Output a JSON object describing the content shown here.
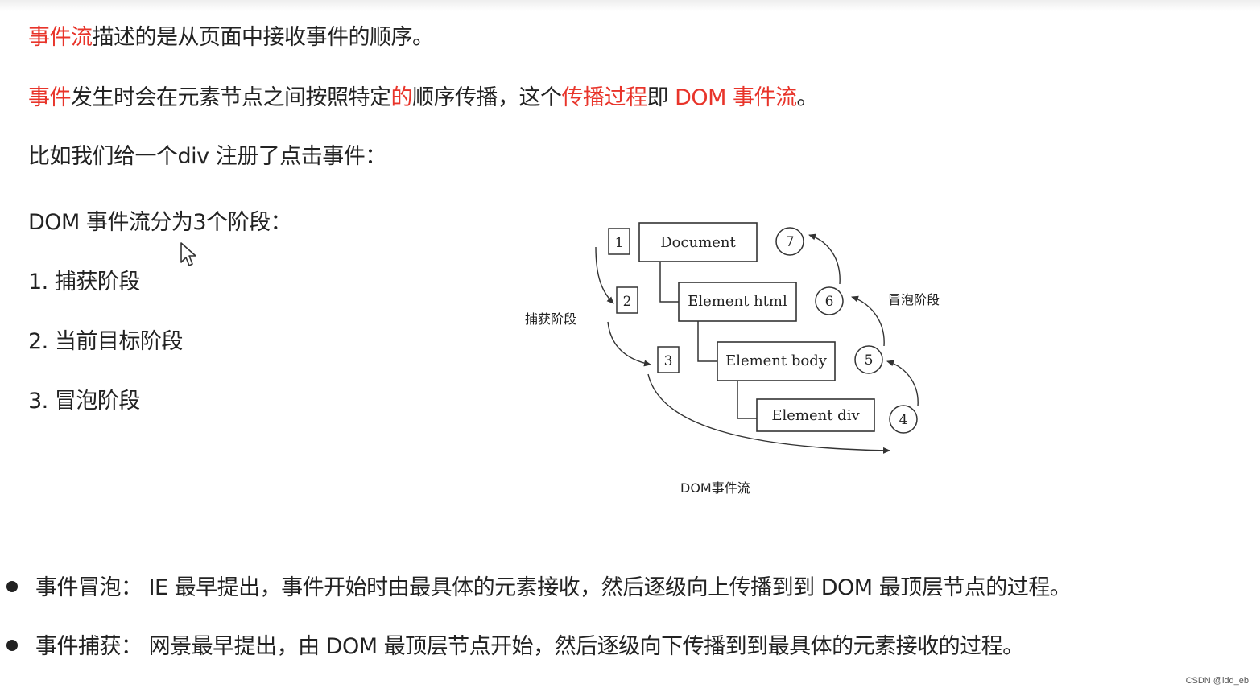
{
  "intro": {
    "line1": {
      "red": "事件流",
      "rest": "描述的是从页面中接收事件的顺序。"
    },
    "line2": {
      "red1": "事件",
      "text1": "发生时会在元素节点之间按照特定",
      "red2": "的",
      "text2": "顺序传播，这个",
      "red3": "传播过程",
      "text3": "即 ",
      "red4": "DOM 事件流",
      "text4": "。"
    },
    "line3": "比如我们给一个div 注册了点击事件：",
    "phase_title": "DOM 事件流分为3个阶段：",
    "phases": [
      "1. 捕获阶段",
      "2. 当前目标阶段",
      "3. 冒泡阶段"
    ]
  },
  "diagram": {
    "nodes": [
      "Document",
      "Element html",
      "Element body",
      "Element div"
    ],
    "steps": [
      "1",
      "2",
      "3",
      "4",
      "5",
      "6",
      "7"
    ],
    "capture_label": "捕获阶段",
    "bubble_label": "冒泡阶段",
    "caption": "DOM事件流"
  },
  "bullets": [
    "事件冒泡： IE 最早提出，事件开始时由最具体的元素接收，然后逐级向上传播到到 DOM 最顶层节点的过程。",
    "事件捕获： 网景最早提出，由 DOM 最顶层节点开始，然后逐级向下传播到到最具体的元素接收的过程。"
  ],
  "watermark": "CSDN @ldd_eb",
  "colors": {
    "accent": "#e8342a",
    "text": "#222222"
  }
}
